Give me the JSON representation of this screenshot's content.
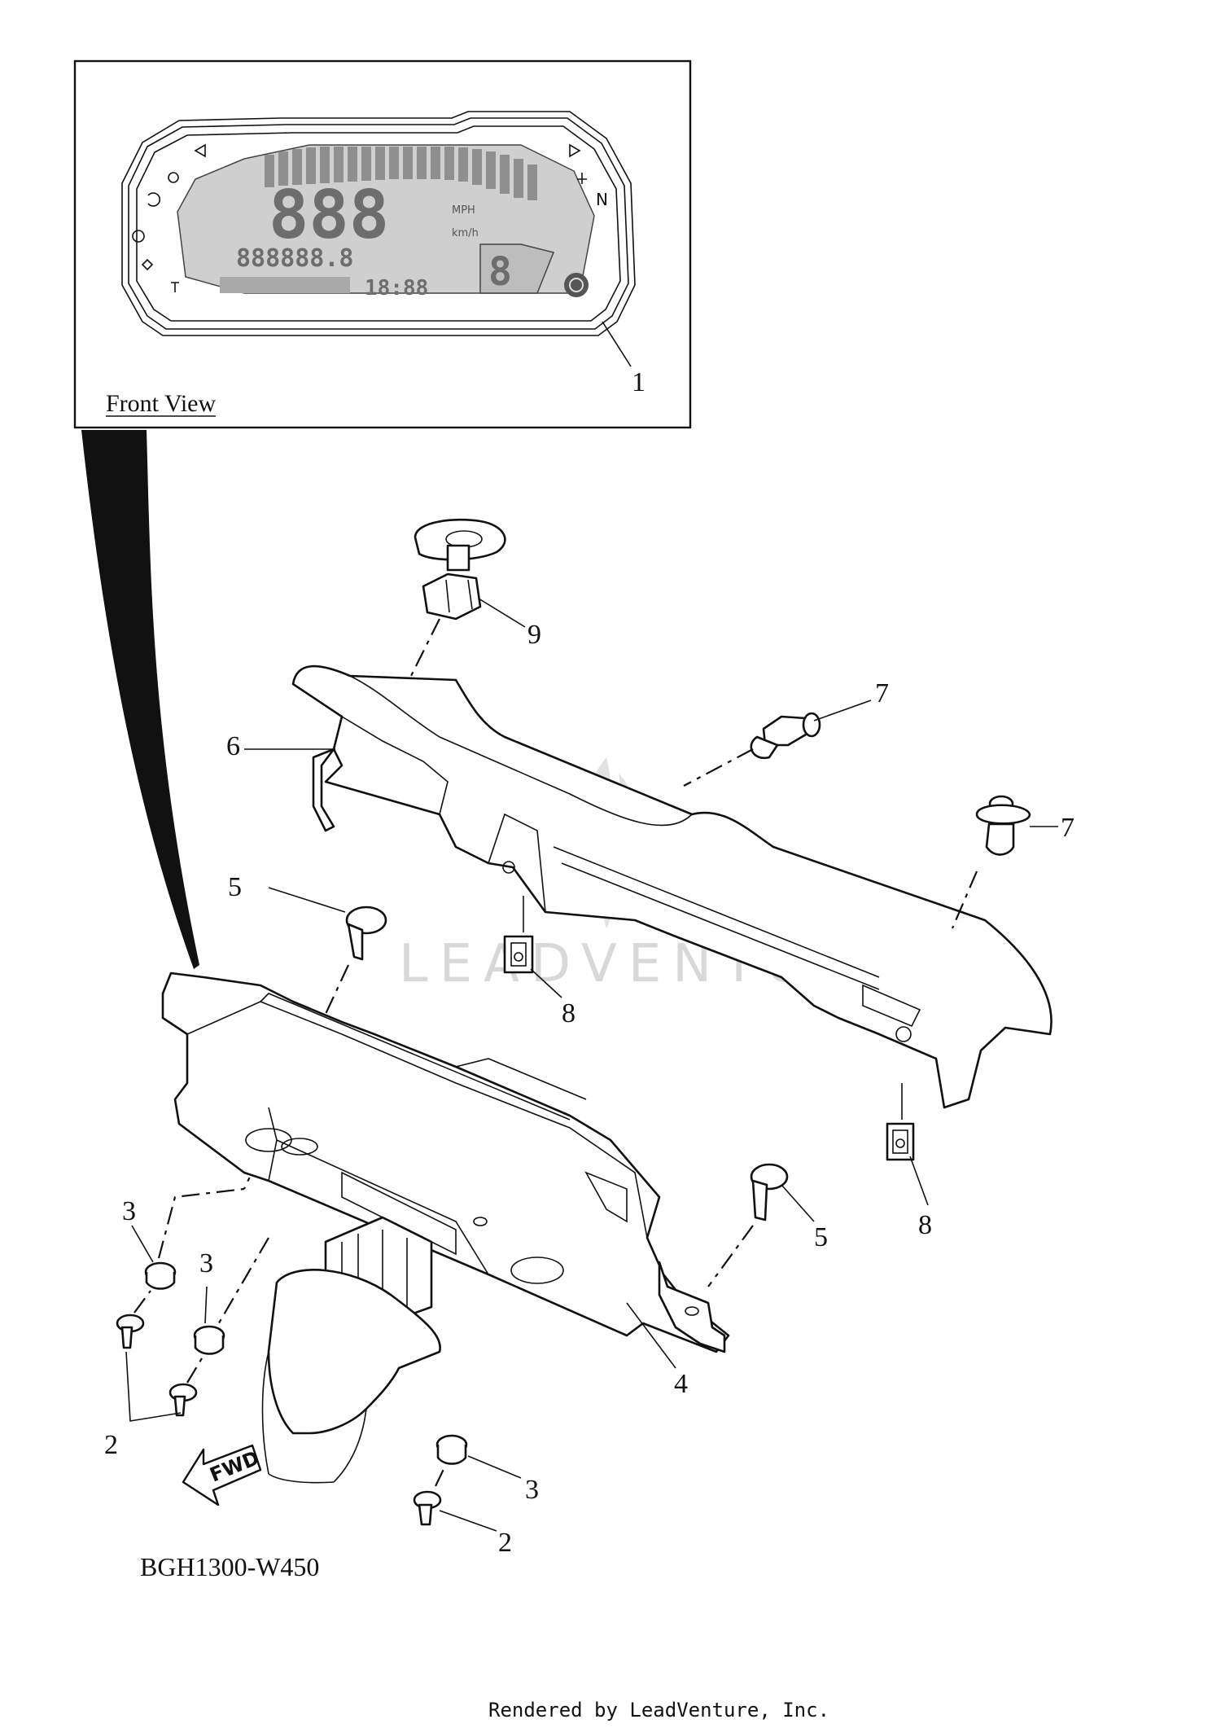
{
  "inset": {
    "label": "Front View",
    "callout": "1"
  },
  "gauge_display": {
    "speed_digits": "888",
    "speed_unit_top": "MPH",
    "speed_unit_bottom": "km/h",
    "odometer": "888888.8",
    "clock": "18:88",
    "gear": "8",
    "indicator_n": "N"
  },
  "callouts": [
    {
      "id": "c1",
      "label": "1"
    },
    {
      "id": "c2a",
      "label": "2"
    },
    {
      "id": "c2b",
      "label": "2"
    },
    {
      "id": "c3a",
      "label": "3"
    },
    {
      "id": "c3b",
      "label": "3"
    },
    {
      "id": "c3c",
      "label": "3"
    },
    {
      "id": "c4",
      "label": "4"
    },
    {
      "id": "c5a",
      "label": "5"
    },
    {
      "id": "c5b",
      "label": "5"
    },
    {
      "id": "c6",
      "label": "6"
    },
    {
      "id": "c7a",
      "label": "7"
    },
    {
      "id": "c7b",
      "label": "7"
    },
    {
      "id": "c8a",
      "label": "8"
    },
    {
      "id": "c8b",
      "label": "8"
    },
    {
      "id": "c9",
      "label": "9"
    }
  ],
  "arrow_label": "FWD",
  "diagram_code": "BGH1300-W450",
  "watermark": "LEADVENTURE",
  "footer": "Rendered by LeadVenture, Inc."
}
